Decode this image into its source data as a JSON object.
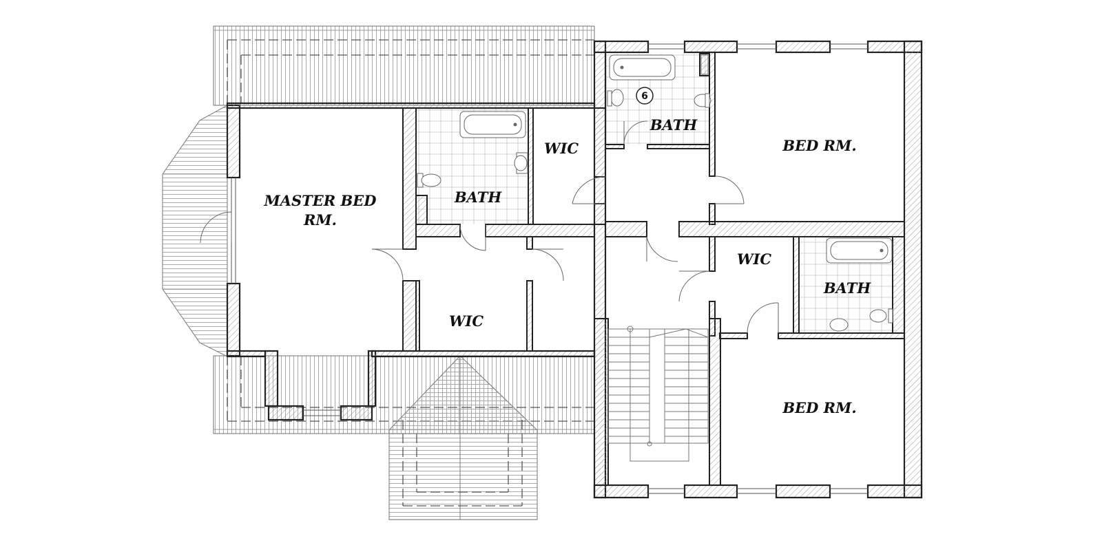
{
  "rooms": {
    "master_bed": {
      "line1": "MASTER BED",
      "line2": "RM."
    },
    "master_bath": {
      "label": "BATH"
    },
    "wic_upper": {
      "label": "WIC"
    },
    "wic_lower": {
      "label": "WIC"
    },
    "bath_top": {
      "label": "BATH"
    },
    "bed_top_right": {
      "label": "BED RM."
    },
    "wic_right": {
      "label": "WIC"
    },
    "bath_right": {
      "label": "BATH"
    },
    "bed_bottom_right": {
      "label": "BED RM."
    }
  },
  "markers": {
    "section_marker": "6"
  },
  "colors": {
    "wall": "#222222",
    "hatch": "#9a9a9a",
    "fixture": "#777777",
    "background": "#ffffff"
  }
}
